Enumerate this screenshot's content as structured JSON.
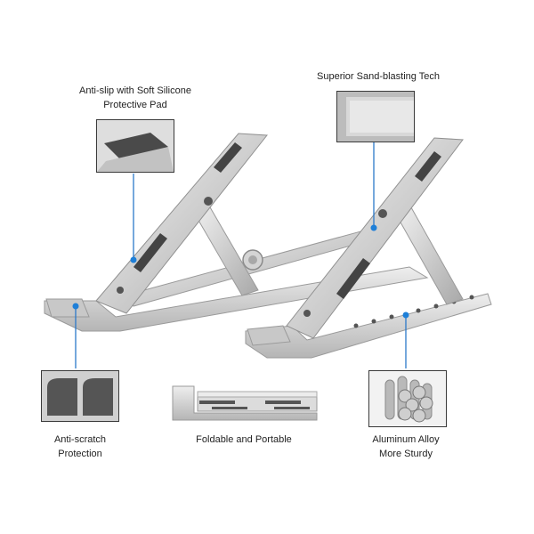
{
  "callouts": {
    "anti_slip": {
      "line1": "Anti-slip with Soft Silicone",
      "line2": "Protective Pad"
    },
    "sand_blasting": {
      "line1": "Superior Sand-blasting Tech"
    },
    "anti_scratch": {
      "line1": "Anti-scratch",
      "line2": "Protection"
    },
    "foldable": {
      "line1": "Foldable and Portable"
    },
    "aluminum": {
      "line1": "Aluminum Alloy",
      "line2": "More Sturdy"
    }
  },
  "colors": {
    "accent_dot": "#1e7fd8",
    "metal_light": "#e6e6e6",
    "metal_mid": "#bdbdbd",
    "metal_dark": "#8c8c8c",
    "pad": "#4a4a4a"
  }
}
